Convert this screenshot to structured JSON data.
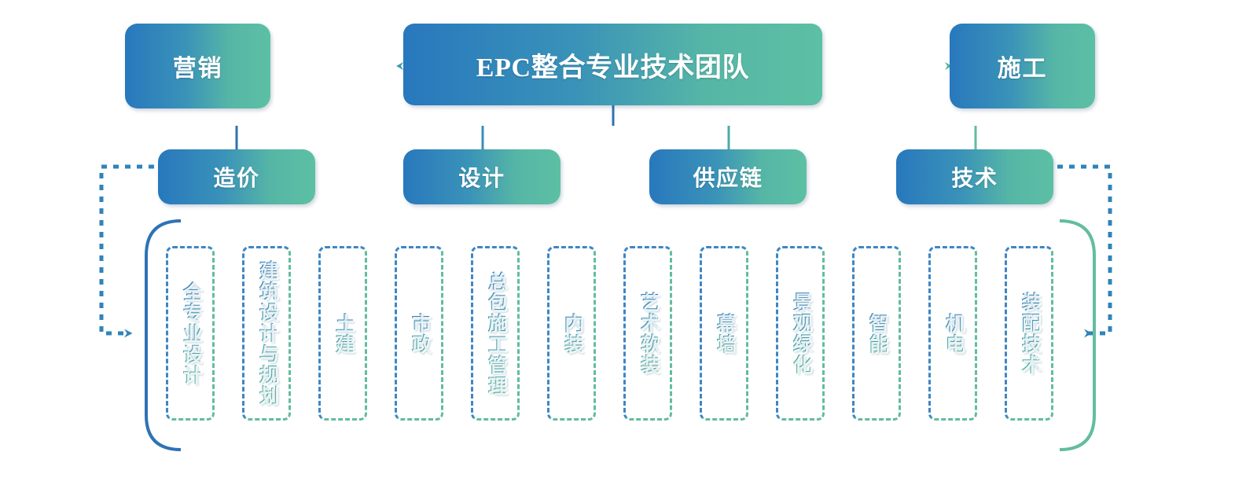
{
  "diagram": {
    "type": "org-chart",
    "title": "EPC整合专业技术团队",
    "root": {
      "label": "EPC整合专业技术团队"
    },
    "side_nodes": [
      {
        "id": "marketing",
        "label": "营销",
        "side": "left",
        "connector": "dashed-arrow-left"
      },
      {
        "id": "construction",
        "label": "施工",
        "side": "right",
        "connector": "dashed-arrow-right"
      }
    ],
    "branches": [
      {
        "id": "cost",
        "label": "造价"
      },
      {
        "id": "design",
        "label": "设计"
      },
      {
        "id": "supplychain",
        "label": "供应链"
      },
      {
        "id": "technology",
        "label": "技术"
      }
    ],
    "leaves": [
      {
        "id": "full-discipline-design",
        "label": "全专业设计"
      },
      {
        "id": "architecture-planning",
        "label": "建筑设计与规划"
      },
      {
        "id": "civil",
        "label": "土建"
      },
      {
        "id": "municipal",
        "label": "市政"
      },
      {
        "id": "gc-construction-mgmt",
        "label": "总包施工管理"
      },
      {
        "id": "interior",
        "label": "内装"
      },
      {
        "id": "art-soft-decoration",
        "label": "艺术软装"
      },
      {
        "id": "curtain-wall",
        "label": "幕墙"
      },
      {
        "id": "landscape-greening",
        "label": "景观绿化"
      },
      {
        "id": "intelligent",
        "label": "智能"
      },
      {
        "id": "mep",
        "label": "机电"
      },
      {
        "id": "prefab-technology",
        "label": "装配技术"
      }
    ],
    "colors": {
      "gradient_start": "#2878bd",
      "gradient_mid": "#3a93b8",
      "gradient_end": "#5cc0a4",
      "leaf_border_start": "#3f86c4",
      "leaf_border_end": "#62bd9e",
      "connector_blue": "#2f72b5",
      "connector_green": "#59bba0",
      "text_on_node": "#ffffff",
      "background": "#ffffff"
    }
  }
}
